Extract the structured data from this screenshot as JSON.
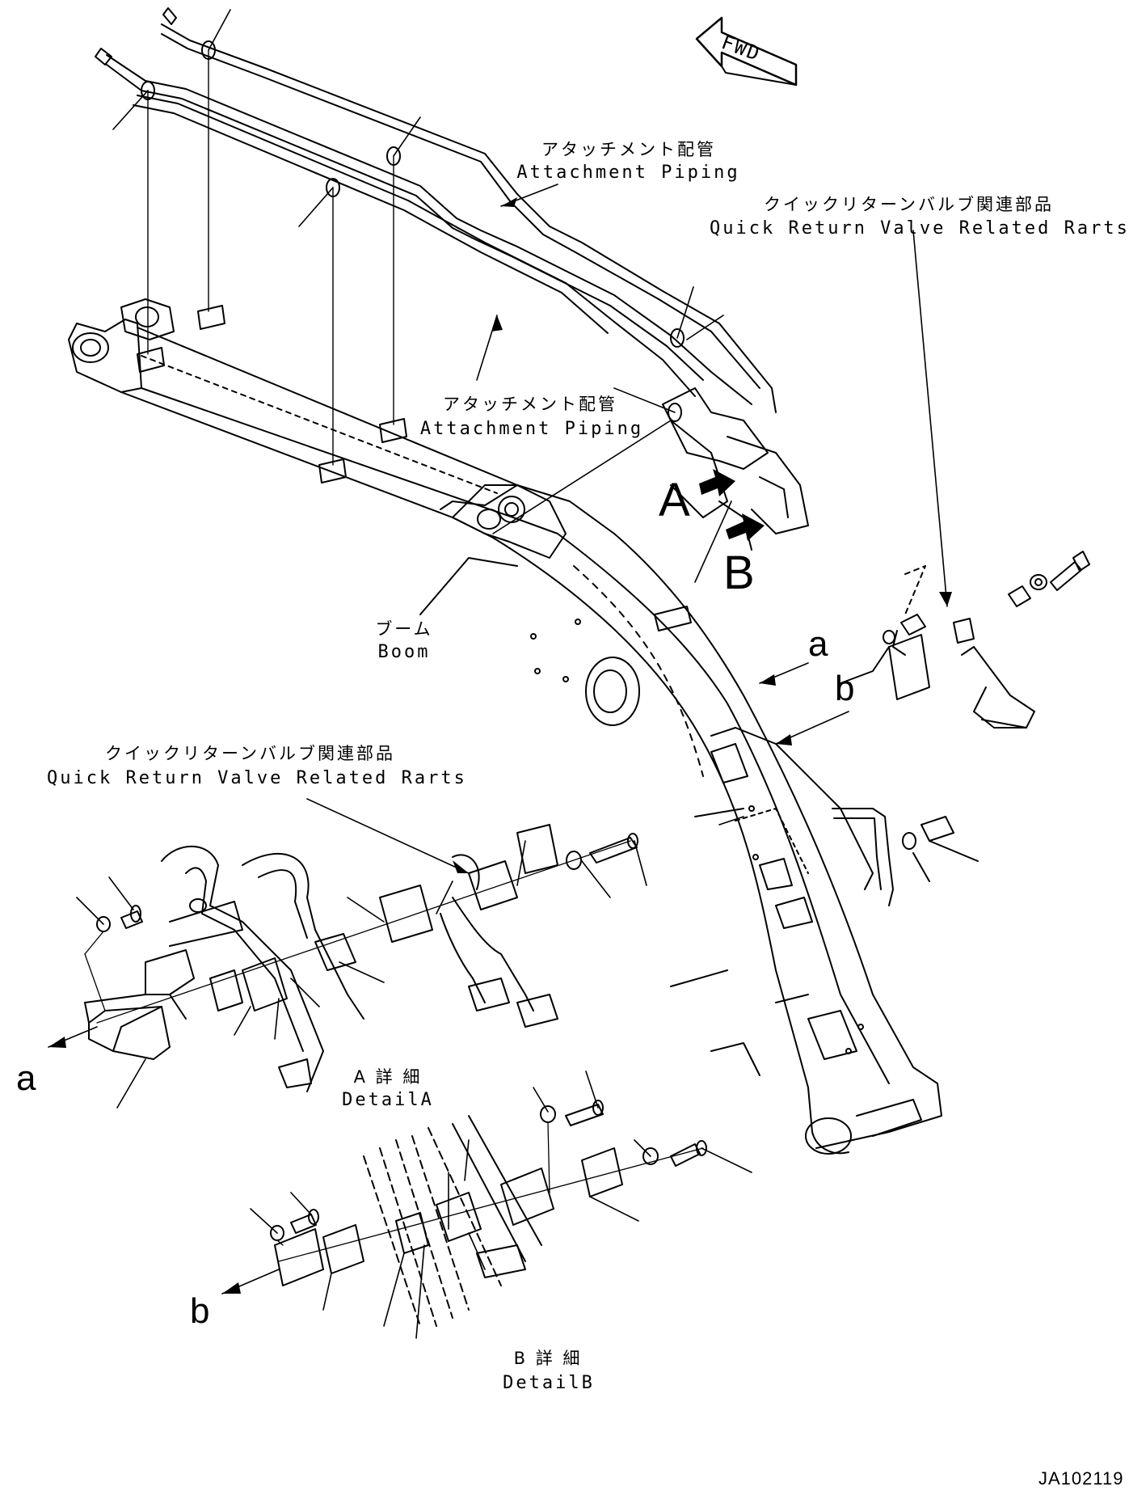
{
  "labels": {
    "fwd": "FWD",
    "attachment_piping_upper_jp": "アタッチメント配管",
    "attachment_piping_upper_en": "Attachment Piping",
    "attachment_piping_lower_jp": "アタッチメント配管",
    "attachment_piping_lower_en": "Attachment Piping",
    "quick_return_right_jp": "クイックリターンバルブ関連部品",
    "quick_return_right_en": "Quick Return Valve Related Rarts",
    "quick_return_left_jp": "クイックリターンバルブ関連部品",
    "quick_return_left_en": "Quick Return Valve Related Rarts",
    "boom_jp": "ブーム",
    "boom_en": "Boom",
    "view_a": "A",
    "view_b": "B",
    "ref_a_upper": "a",
    "ref_b_upper": "b",
    "ref_a_lower": "a",
    "ref_b_lower": "b",
    "detail_a_jp": "A 詳 細",
    "detail_a_en": "DetailA",
    "detail_b_jp": "B 詳 細",
    "detail_b_en": "DetailB",
    "drawing_code": "JA102119"
  },
  "colors": {
    "line": "#000000",
    "background": "#ffffff"
  }
}
